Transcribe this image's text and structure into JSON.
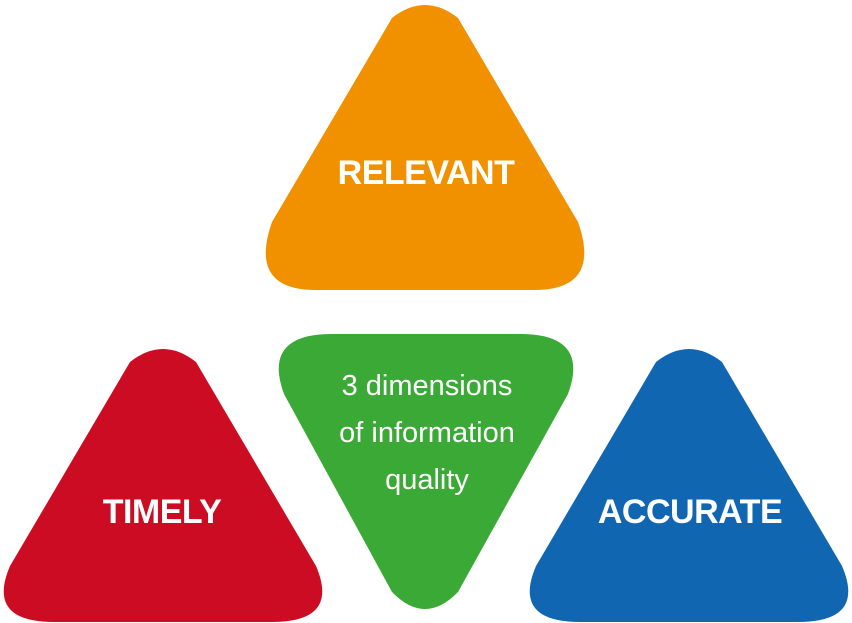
{
  "diagram": {
    "colors": {
      "relevant": "#F29100",
      "timely": "#CC0C22",
      "accurate": "#1066B0",
      "center": "#3BA935",
      "text": "#FFFFFF"
    },
    "top": {
      "label": "RELEVANT"
    },
    "left": {
      "label": "TIMELY"
    },
    "right": {
      "label": "ACCURATE"
    },
    "center": {
      "lines": [
        "3 dimensions",
        "of information",
        "quality"
      ]
    }
  }
}
